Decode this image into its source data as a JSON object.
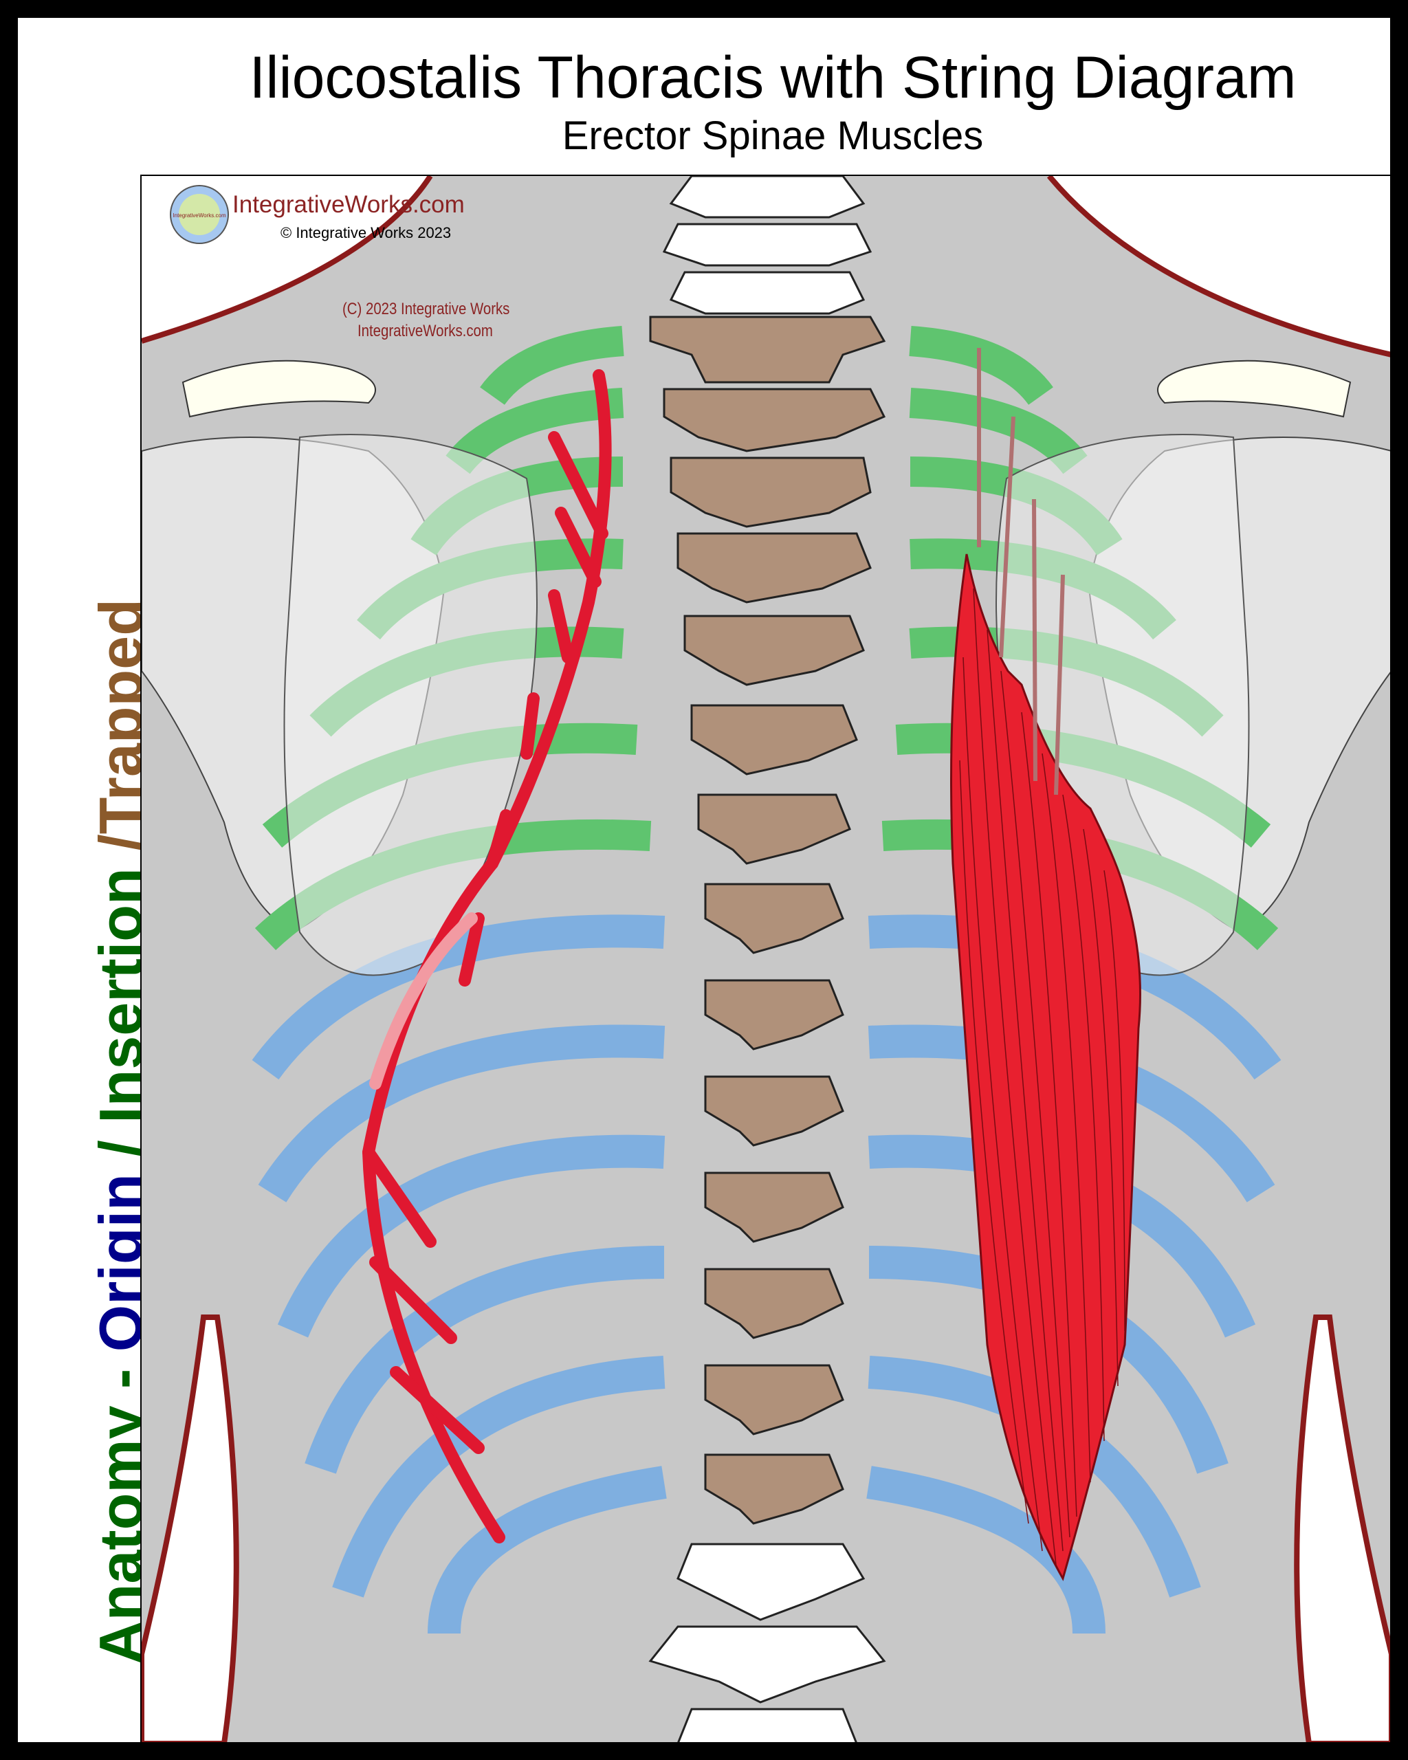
{
  "title": "Iliocostalis Thoracis with String Diagram",
  "subtitle": "Erector Spinae Muscles",
  "side_label": {
    "part1": "Anatomy - ",
    "part2": "Origin",
    "part3": " / ",
    "part4": "Insertion",
    "part5": " /Trapped"
  },
  "brand": {
    "name": "IntegrativeWorks.com",
    "copyright": "© Integrative Works 2023",
    "logo_text": "IntegrativeWorks.com"
  },
  "watermark": {
    "line1": "(C) 2023 Integrative Works",
    "line2": "IntegrativeWorks.com"
  },
  "colors": {
    "origin_ribs": "#5fc46f",
    "insertion_ribs": "#7fafe0",
    "muscle": "#e8202f",
    "string": "#e01830",
    "vertebrae": "#b0917a",
    "skin_outline": "#8b1a1a",
    "background": "#c8c8c8"
  }
}
